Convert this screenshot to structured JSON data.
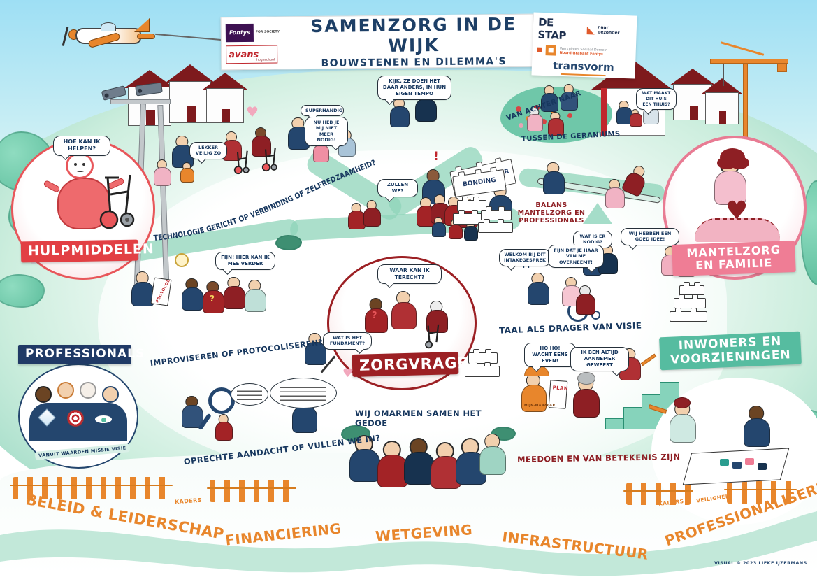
{
  "title_banner": {
    "title": "SAMENZORG IN DE WIJK",
    "subtitle": "BOUWSTENEN EN DILEMMA'S",
    "logos": {
      "fontys": "Fontys",
      "fontys_tagline": "FOR SOCIETY",
      "avans": "avans",
      "avans_sub": "hogeschool",
      "de_stap": "DE STAP",
      "de_stap_tagline": "naar gezonder",
      "werkplaats_line1": "Werkplaats Sociaal Domein",
      "werkplaats_line2": "Noord-Brabant Fontys",
      "transvorm": "transvorm"
    }
  },
  "sections": {
    "hulpmiddelen": {
      "label": "HULPMIDDELEN",
      "robot_bubble": "HOE KAN IK HELPEN?",
      "path_question": "TECHNOLOGIE GERICHT OP VERBINDING OF ZELFREDZAAMHEID?"
    },
    "professionals": {
      "label": "PROFESSIONALS",
      "bubble": "FIJN! HIER KAN IK MEE VERDER",
      "clipboard": "PROTOCOL",
      "question": "IMPROVISEREN OF PROTOCOLISEREN?",
      "values_ribbon": "VANUIT WAARDEN MISSIE VISIE",
      "question_mark": "?"
    },
    "zorgvrager": {
      "label": "ZORGVRAGER",
      "bubble": "WAAR KAN IK TERECHT?",
      "fundament_bubble": "WAT IS HET FUNDAMENT?",
      "question_mark": "?"
    },
    "mantelzorg": {
      "label": "MANTELZORG EN FAMILIE",
      "balans_caption": "BALANS MANTELZORG EN PROFESSIONALS",
      "nodig_bubble": "WAT IS ER NODIG?",
      "idee_bubble": "WIJ HEBBEN EEN GOED IDEE!",
      "intake_bubble": "WELKOM BIJ DIT INTAKEGESPREK",
      "overname_bubble": "FIJN DAT JE HAAR VAN ME OVERNEEMT!",
      "taal_caption": "TAAL ALS DRAGER VAN VISIE",
      "interrobang": "?!"
    },
    "inwoners": {
      "label": "INWONERS EN VOORZIENINGEN",
      "hoho_bubble": "HO HO! WACHT EENS EVEN!",
      "aannemer_bubble": "IK BEN ALTIJD AANNEMER GEWEEST",
      "plan_clipboard": "PLAN",
      "vest_text": "MIJN-MANAGER",
      "meedoen_caption": "MEEDOEN EN VAN BETEKENIS ZIJN"
    }
  },
  "scenes": {
    "wijk_top": {
      "lekker_veilig": "LEKKER VEILIG ZO",
      "superhandig": "SUPERHANDIG",
      "niet_meer_nodig": "NU HEB JE MIJ NIET MEER NODIG!",
      "eigen_tempo": "KIJK, ZE DOEN HET DAAR ANDERS, IN HUN EIGEN TEMPO",
      "van_achter_naar": "VAN ACHTER NAAR",
      "geraniums": "TUSSEN DE GERANIUMS",
      "huis_thuis": "WAT MAAKT DIT HUIS EEN THUIS?"
    },
    "verbinden": {
      "zullen_we": "ZULLEN WE?",
      "bridging": "BRIDGING OVER",
      "bonding": "BONDING",
      "exclamation": "!"
    },
    "midden": {
      "oprechte": "OPRECHTE AANDACHT OF VULLEN WE IN?",
      "gedoe": "WIJ OMARMEN SAMEN HET GEDOE"
    }
  },
  "footer": {
    "ribbon_words": [
      "BELEID & LEIDERSCHAP",
      "FINANCIERING",
      "WETGEVING",
      "INFRASTRUCTUUR",
      "PROFESSIONALISERING"
    ],
    "fence_left_label": "KADERS",
    "fence_right_label1": "KADERS",
    "fence_right_label2": "VEILIGHEID",
    "credit": "VISUAL © 2023 LIEKE IJZERMANS"
  },
  "colors": {
    "accent_red": "#e23f44",
    "dark_red": "#8e1f24",
    "navy": "#1d3a5f",
    "pink": "#ef7d95",
    "teal": "#56bca0",
    "mint": "#a5ddc9",
    "orange": "#e8862c",
    "sky": "#9edff4"
  }
}
